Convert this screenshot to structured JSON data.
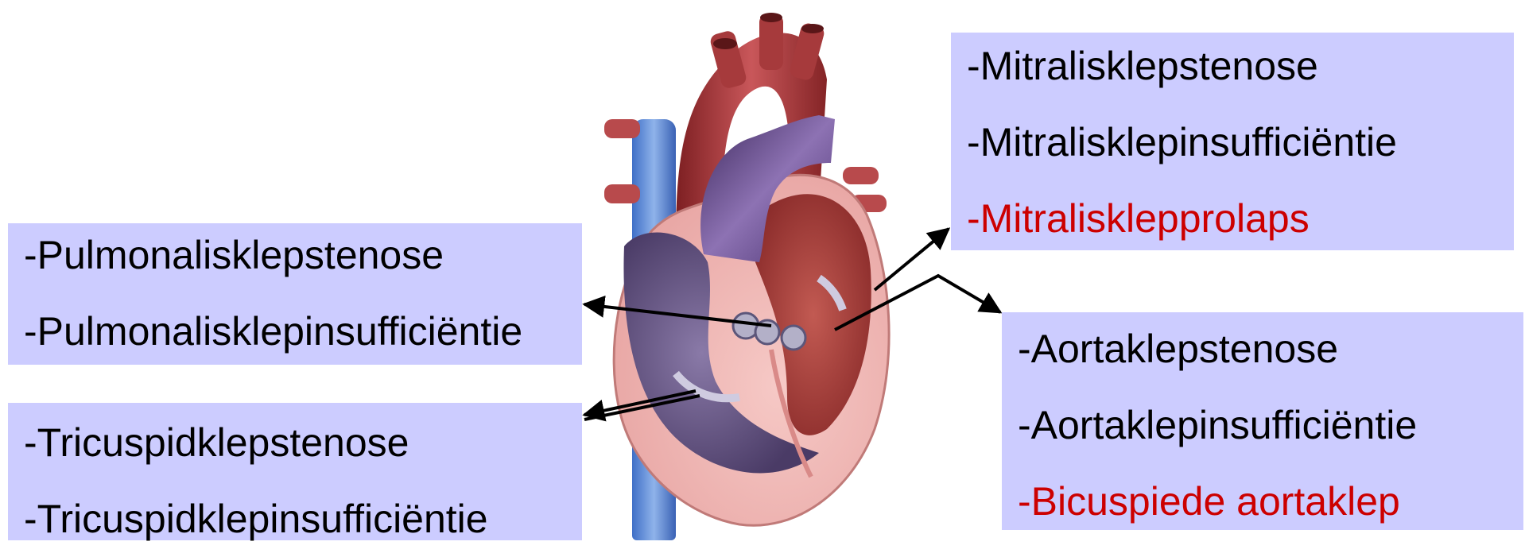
{
  "colors": {
    "box_background": "#ccccff",
    "text_default": "#000000",
    "text_highlight": "#cc0000",
    "arrow": "#000000"
  },
  "boxes": {
    "pulmonalis": {
      "lines": [
        {
          "text": "-Pulmonalisklepstenose",
          "color": "#000000"
        },
        {
          "text": "-Pulmonalisklepinsufficiëntie",
          "color": "#000000"
        }
      ]
    },
    "tricuspid": {
      "lines": [
        {
          "text": "-Tricuspidklepstenose",
          "color": "#000000"
        },
        {
          "text": "-Tricuspidklepinsufficiëntie",
          "color": "#000000"
        }
      ]
    },
    "mitralis": {
      "lines": [
        {
          "text": "-Mitralisklepstenose",
          "color": "#000000"
        },
        {
          "text": "-Mitralisklepinsufficiëntie",
          "color": "#000000"
        },
        {
          "text": "-Mitralisklepprolaps",
          "color": "#cc0000"
        }
      ]
    },
    "aorta": {
      "lines": [
        {
          "text": "-Aortaklepstenose",
          "color": "#000000"
        },
        {
          "text": "-Aortaklepinsufficiëntie",
          "color": "#000000"
        },
        {
          "text": "-Bicuspiede aortaklep",
          "color": "#cc0000"
        }
      ]
    }
  },
  "illustration": {
    "icon": "heart-cross-section-illustration"
  }
}
